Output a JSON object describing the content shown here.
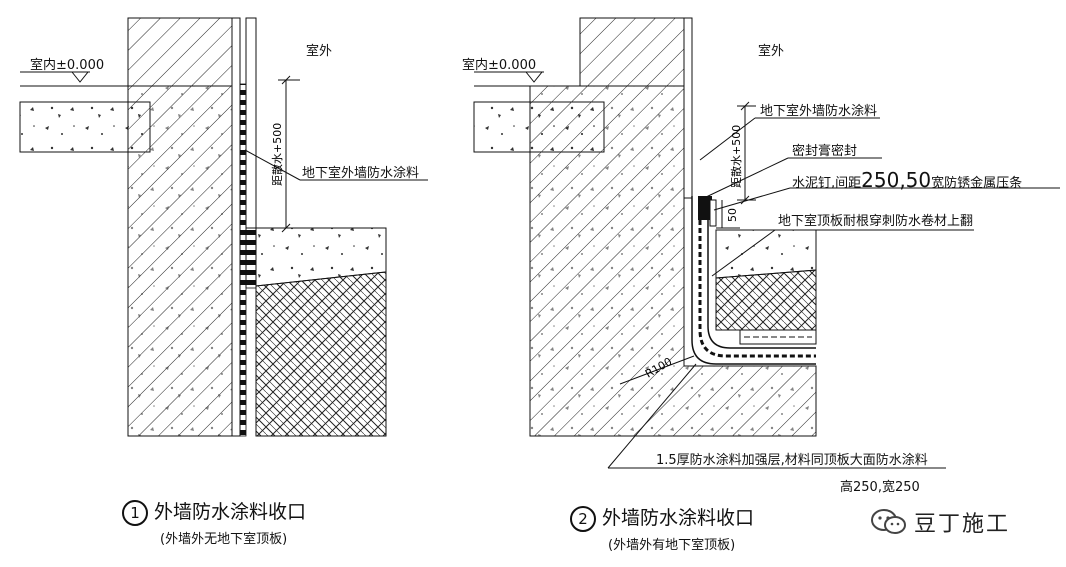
{
  "diagram1": {
    "level_label": "室内±0.000",
    "outside_label": "室外",
    "height_label": "距散水+500",
    "coating_label": "地下室外墙防水涂料",
    "caption_number": "1",
    "caption": "外墙防水涂料收口",
    "subcaption": "(外墙外无地下室顶板)"
  },
  "diagram2": {
    "level_label": "室内±0.000",
    "outside_label": "室外",
    "height_label": "距散水+500",
    "coating_label": "地下室外墙防水涂料",
    "sealant_label": "密封膏密封",
    "nail_label_prefix": "水泥钉,间距",
    "nail_label_values": "250,50",
    "nail_label_suffix": "宽防锈金属压条",
    "dim_50": "50",
    "roof_label": "地下室顶板耐根穿刺防水卷材上翻",
    "radius_label": "R100",
    "bottom_note": "1.5厚防水涂料加强层,材料同顶板大面防水涂料",
    "bottom_note2": "高250,宽250",
    "caption_number": "2",
    "caption": "外墙防水涂料收口",
    "subcaption": "(外墙外有地下室顶板)"
  },
  "watermark": {
    "text": "豆丁施工",
    "icon": "wechat-icon"
  }
}
